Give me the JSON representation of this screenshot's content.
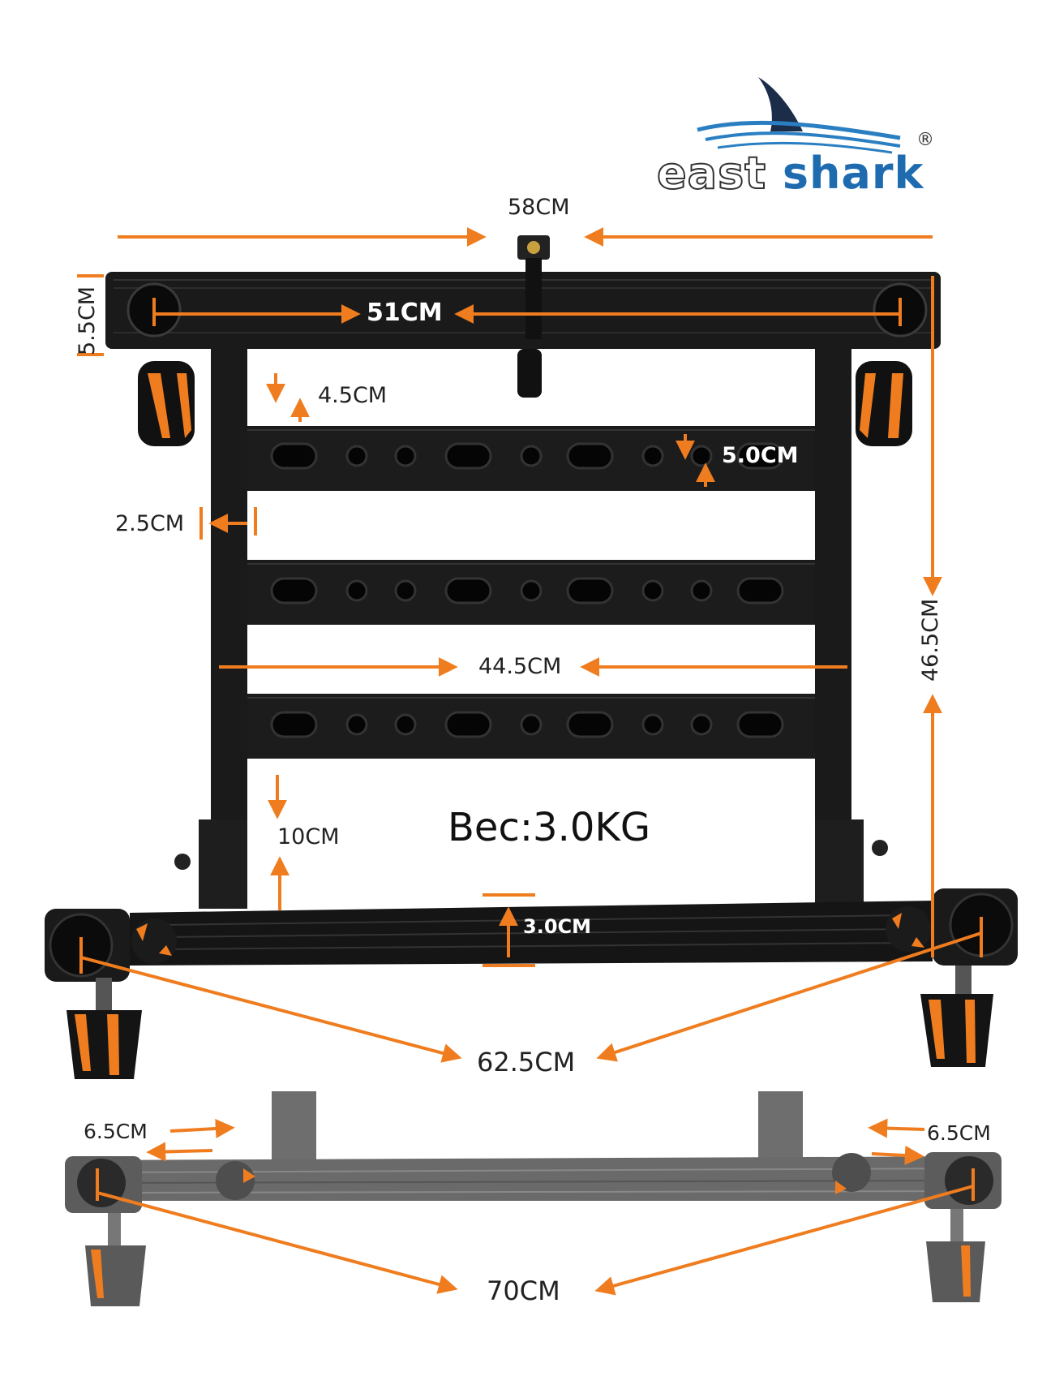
{
  "brand": {
    "name_part1": "east",
    "name_part2": "shark",
    "registered_mark": "®",
    "colors": {
      "shark": "#1e6bb0",
      "waves": "#2a7fc2",
      "fin": "#1c2d4a"
    }
  },
  "dimensions": {
    "top_width": "58CM",
    "inner_holes_width": "51CM",
    "top_bar_height": "5.5CM",
    "slot_gap": "4.5CM",
    "hole_height": "5.0CM",
    "side_post_width": "2.5CM",
    "height": "46.5CM",
    "inner_width": "44.5CM",
    "bottom_gap": "10CM",
    "bottom_bar_height": "3.0CM",
    "leg_span": "62.5CM",
    "extended_left": "6.5CM",
    "extended_right": "6.5CM",
    "extended_span": "70CM"
  },
  "weight": "Bec:3.0KG",
  "colors": {
    "arrow": "#ef7d1f",
    "frame": "#1a1a1a",
    "accent": "#f26a1b",
    "gray_frame": "#6e6e6e"
  }
}
